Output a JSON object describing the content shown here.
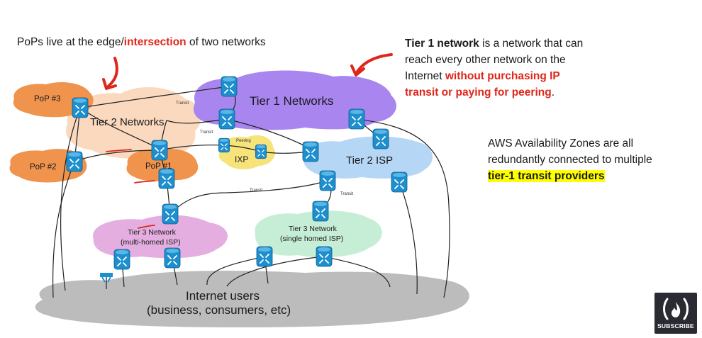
{
  "annotations": {
    "pops": {
      "prefix": "PoPs live at the edge/",
      "highlight": "intersection",
      "suffix": " of two networks"
    },
    "tier1": {
      "bold": "Tier 1 network",
      "line1_rest": " is a network that can",
      "line2": "reach every other network on the",
      "line3_prefix": "Internet ",
      "line3_red": "without purchasing IP",
      "line4_red": "transit or paying for peering",
      "line4_suffix": "."
    },
    "aws": {
      "line1": "AWS Availability Zones are all",
      "line2": "redundantly connected to multiple",
      "line3_highlight": "tier-1 transit providers"
    }
  },
  "diagram": {
    "clouds": {
      "pop3": "PoP #3",
      "pop2": "PoP #2",
      "pop1": "PoP #1",
      "tier2_networks": "Tier 2 Networks",
      "tier1_networks": "Tier 1 Networks",
      "ixp": "IXP",
      "peering": "Peering",
      "tier2_isp": "Tier 2 ISP",
      "tier3_multi_line1": "Tier 3 Network",
      "tier3_multi_line2": "(multi-homed ISP)",
      "tier3_single_line1": "Tier 3 Network",
      "tier3_single_line2": "(single homed ISP)",
      "internet_users_line1": "Internet users",
      "internet_users_line2": "(business, consumers, etc)"
    },
    "link_labels": {
      "transit_top": "Transit",
      "transit_left": "Transit",
      "transit_middle": "Transit",
      "transit_right": "Transit"
    },
    "colors": {
      "pop_orange": "#f0934d",
      "tier2_peach": "#fbd9bf",
      "tier1_purple": "#a985f0",
      "ixp_yellow": "#f6e37a",
      "tier2_isp_blue": "#b6d6f5",
      "tier3_pink": "#e4aee0",
      "tier3_green": "#c6eed7",
      "internet_gray": "#bcbcbc",
      "router_blue": "#1d8fcf",
      "arrow_red": "#e0261b",
      "highlight_yellow": "#ffff00"
    }
  },
  "subscribe": {
    "label": "SUBSCRIBE"
  }
}
